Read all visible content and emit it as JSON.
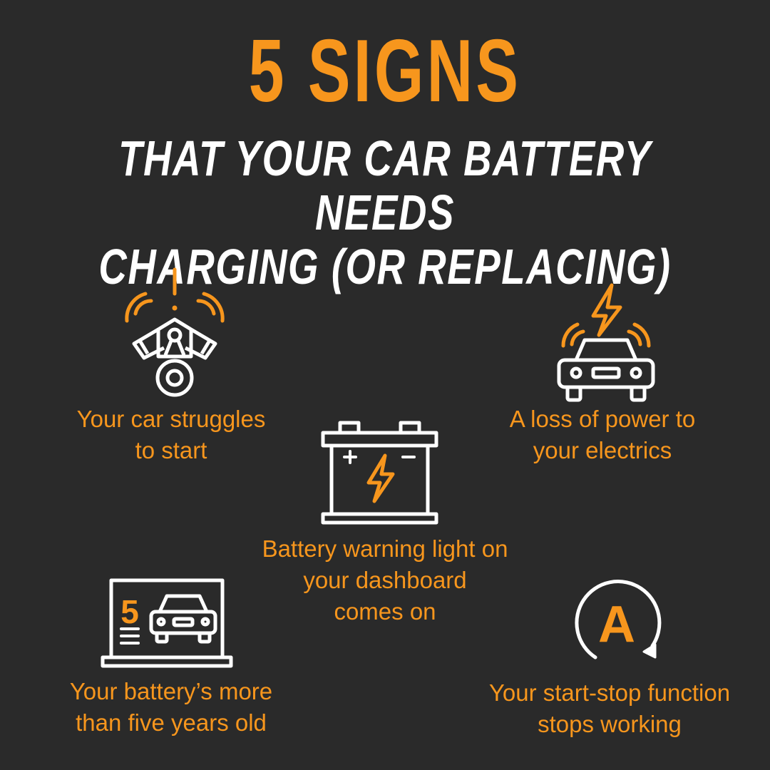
{
  "title": {
    "main": "5 SIGNS",
    "sub_line1": "THAT YOUR CAR BATTERY NEEDS",
    "sub_line2": "CHARGING (OR REPLACING)"
  },
  "colors": {
    "background": "#2a2a2a",
    "accent": "#f7961d",
    "icon_stroke": "#ffffff"
  },
  "signs": [
    {
      "icon": "engine-warning-icon",
      "line1": "Your car struggles",
      "line2": "to start"
    },
    {
      "icon": "car-electrics-icon",
      "line1": "A loss of power to",
      "line2": "your electrics"
    },
    {
      "icon": "battery-icon",
      "line1": "Battery warning light on",
      "line2": "your dashboard",
      "line3": "comes on"
    },
    {
      "icon": "laptop-car-age-icon",
      "badge": "5",
      "line1": "Your battery’s more",
      "line2": "than five years old"
    },
    {
      "icon": "start-stop-icon",
      "badge": "A",
      "line1": "Your start-stop function",
      "line2": "stops working"
    }
  ]
}
